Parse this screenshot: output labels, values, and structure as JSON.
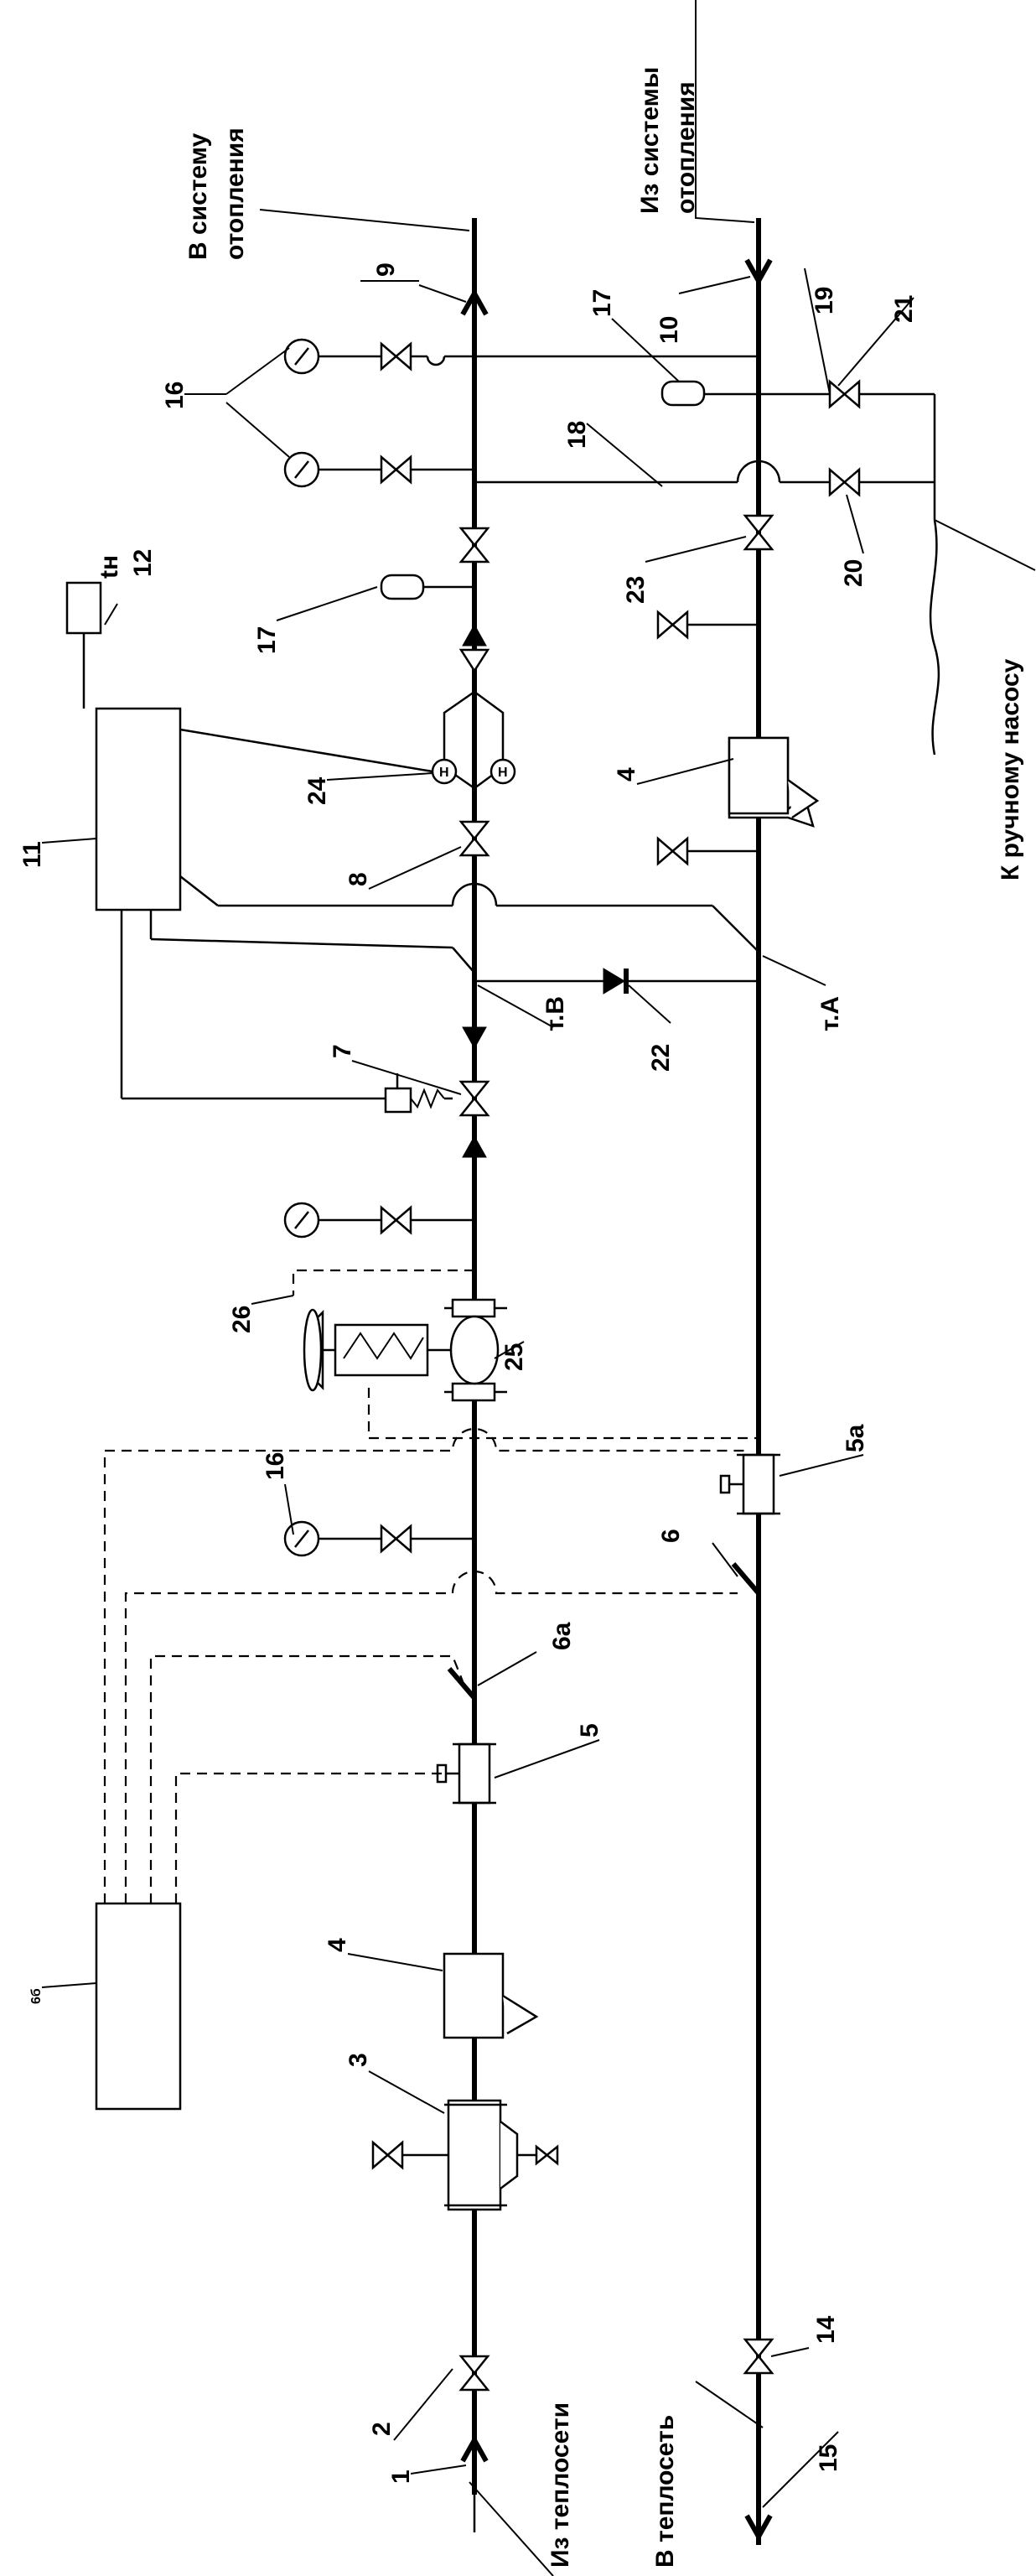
{
  "captions": {
    "to_heating_1": "В систему",
    "to_heating_2": "отопления",
    "from_heating_1": "Из системы",
    "from_heating_2": "отопления",
    "to_hand_pump": "К ручному насосу",
    "from_network": "Из теплосети",
    "to_network": "В теплосеть",
    "point_a": "т.А",
    "point_b": "т.В",
    "tn": "tн"
  },
  "labels": {
    "n1": "1",
    "n2": "2",
    "n3": "3",
    "n4a": "4",
    "n4b": "4",
    "n5": "5",
    "n5a": "5а",
    "n6": "6",
    "n6a": "6а",
    "n7": "7",
    "n8": "8",
    "n9": "9",
    "n10": "10",
    "n11": "11",
    "n12": "12",
    "n14": "14",
    "n15": "15",
    "n16a": "16",
    "n16b": "16",
    "n17a": "17",
    "n17b": "17",
    "n18": "18",
    "n19": "19",
    "n20": "20",
    "n21": "21",
    "n22": "22",
    "n23": "23",
    "n24": "24",
    "n25": "25",
    "n26": "26",
    "n6b": "6б"
  },
  "symbols": {
    "meter": "Н"
  }
}
